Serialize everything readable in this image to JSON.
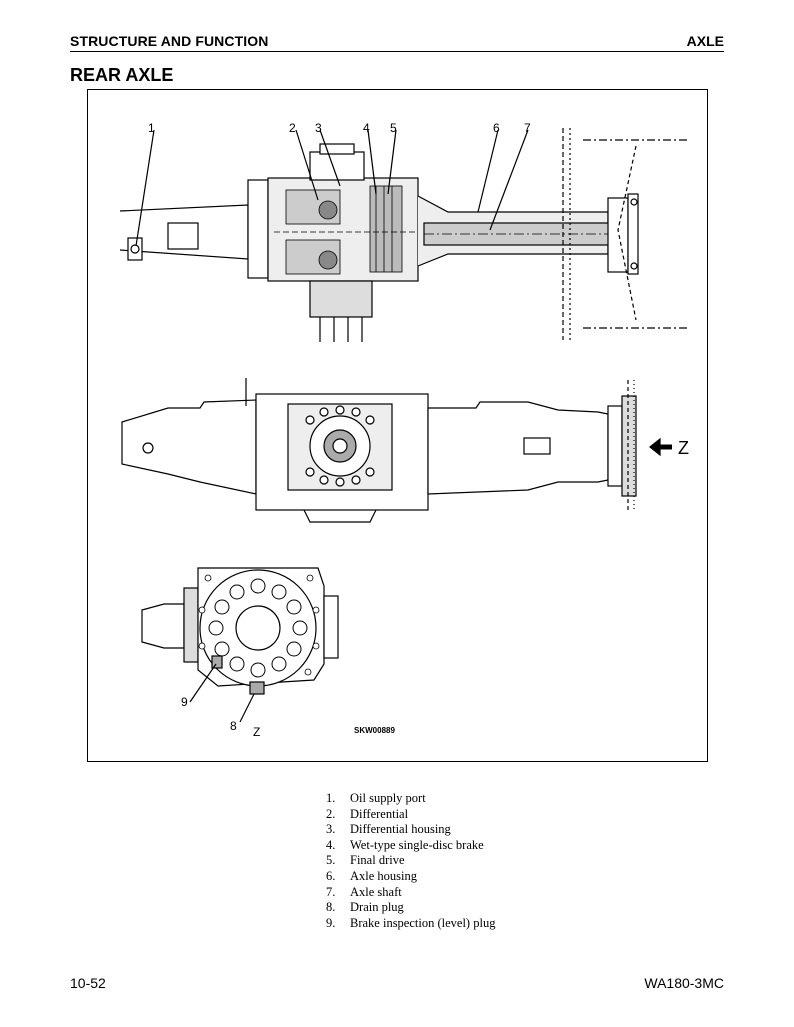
{
  "header": {
    "section": "STRUCTURE AND FUNCTION",
    "topic": "AXLE"
  },
  "title": "REAR AXLE",
  "figure": {
    "callouts": [
      "1",
      "2",
      "3",
      "4",
      "5",
      "6",
      "7"
    ],
    "callouts_bottom": [
      "9",
      "8"
    ],
    "view_label": "Z",
    "view_arrow_label": "Z",
    "code": "SKW00889"
  },
  "legend": [
    {
      "num": "1.",
      "text": "Oil supply port"
    },
    {
      "num": "2.",
      "text": "Differential"
    },
    {
      "num": "3.",
      "text": "Differential housing"
    },
    {
      "num": "4.",
      "text": "Wet-type single-disc brake"
    },
    {
      "num": "5.",
      "text": "Final drive"
    },
    {
      "num": "6.",
      "text": "Axle housing"
    },
    {
      "num": "7.",
      "text": "Axle shaft"
    },
    {
      "num": "8.",
      "text": "Drain plug"
    },
    {
      "num": "9.",
      "text": "Brake inspection (level) plug"
    }
  ],
  "footer": {
    "page": "10-52",
    "model": "WA180-3MC"
  }
}
